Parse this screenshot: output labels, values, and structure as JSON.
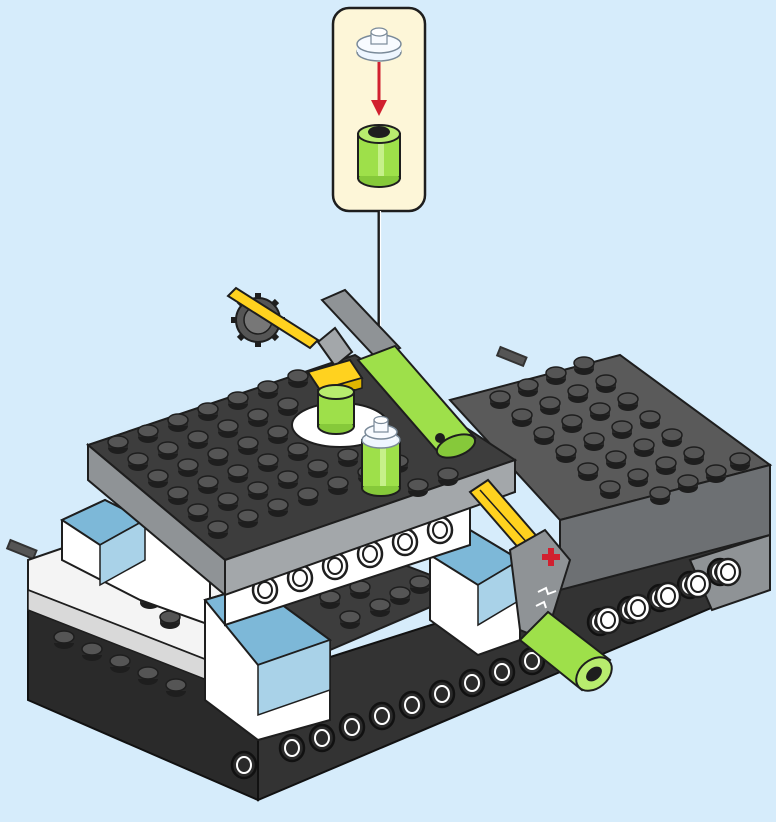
{
  "colors": {
    "background": "#d6ecfb",
    "callout_fill": "#fdf6d8",
    "brick_dark": "#3b3b3b",
    "brick_gray": "#8f9396",
    "brick_white": "#ffffff",
    "brick_lightblue": "#7db8d8",
    "brick_lime": "#9ee04a",
    "brick_yellow": "#ffd21f",
    "arrow_red": "#d1202f",
    "transparent_piece": "#eef6ff"
  },
  "callout": {
    "parts": [
      "transparent-round-plate-1x1",
      "lime-round-brick-1x1"
    ],
    "arrow": "red-down-arrow"
  },
  "assembly": {
    "placement_arrow": "black-down-arrow",
    "markings": [
      "red-cross-icon",
      "rotation-symbol-icon"
    ]
  }
}
